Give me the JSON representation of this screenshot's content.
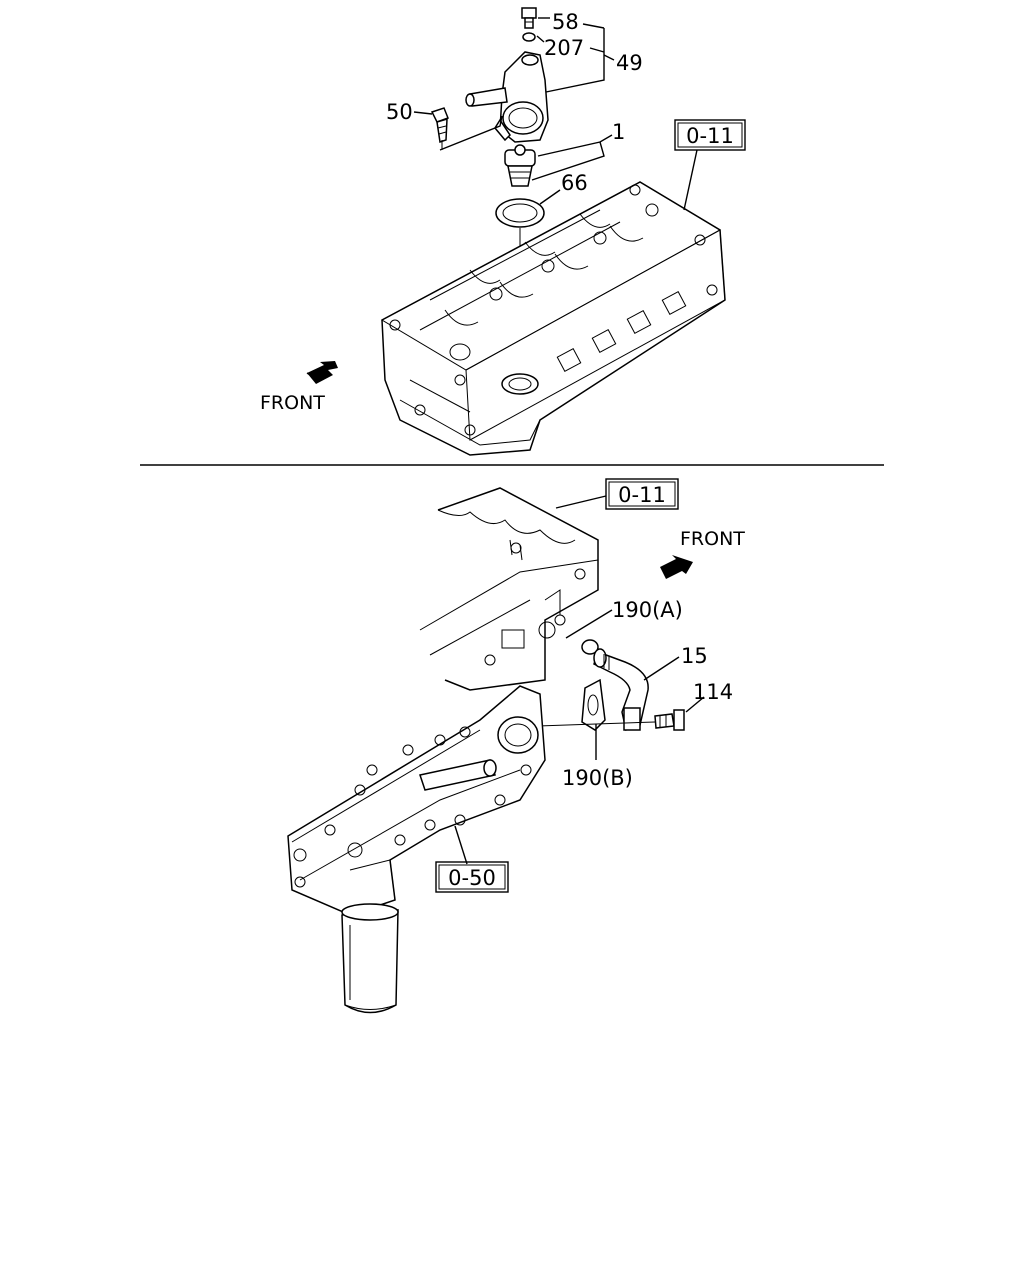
{
  "diagram": {
    "top_section": {
      "callouts": {
        "c58": "58",
        "c207": "207",
        "c49": "49",
        "c50": "50",
        "c1": "1",
        "c66": "66"
      },
      "ref_box": "0-11",
      "front_label": "FRONT"
    },
    "bottom_section": {
      "callouts": {
        "c190a": "190(A)",
        "c15": "15",
        "c114": "114",
        "c190b": "190(B)"
      },
      "ref_box_head": "0-11",
      "ref_box_cover": "0-50",
      "front_label": "FRONT"
    }
  }
}
